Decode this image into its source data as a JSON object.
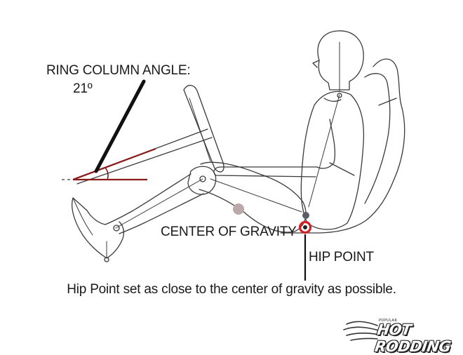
{
  "labels": {
    "angle_title": "RING COLUMN ANGLE:",
    "angle_value": "21º",
    "center_of_gravity": "CENTER OF GRAVITY",
    "hip_point": "HIP POINT"
  },
  "caption": "Hip Point set as close to the center of gravity as possible.",
  "logo": {
    "small_text": "POPULAR",
    "text": "HOT RODDING"
  },
  "colors": {
    "outline": "#3a3a3a",
    "angle_line": "#8b1a1a",
    "hip_marker": "#d42020",
    "cog_dot": "#b9a9a9",
    "pointer": "#111111"
  }
}
